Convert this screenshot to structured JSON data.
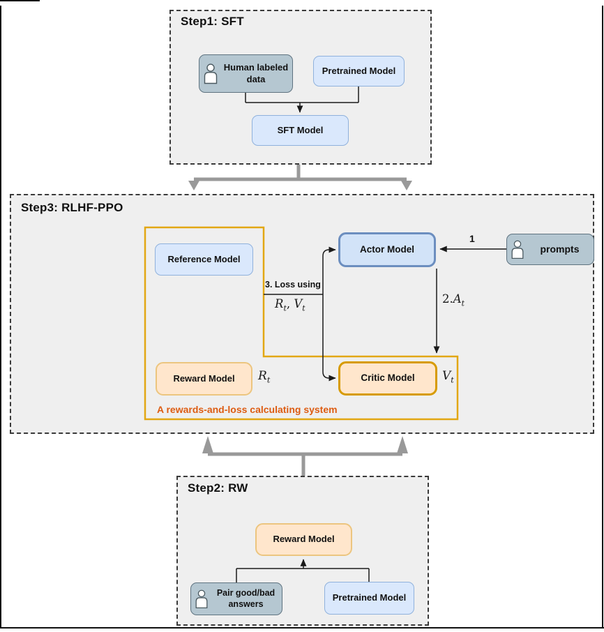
{
  "colors": {
    "panel_bg": "#efefef",
    "blue_fill": "#dae8fc",
    "blue_border": "#8fb1dc",
    "blue_strong_border": "#6c8ebf",
    "gray_fill": "#b5c7d1",
    "gray_border": "#5f7380",
    "peach_fill": "#ffe6cc",
    "peach_border": "#ecc57f",
    "peach_strong_border": "#d79b00",
    "orange_outline": "#e2a713",
    "orange_text": "#dd5c12",
    "thick_arrow": "#999999",
    "line": "#1a1a1a"
  },
  "step1": {
    "title": "Step1: SFT",
    "nodes": {
      "human_labeled_data": "Human labeled data",
      "pretrained_model": "Pretrained Model",
      "sft_model": "SFT Model"
    }
  },
  "step3": {
    "title": "Step3: RLHF-PPO",
    "nodes": {
      "reference_model": "Reference Model",
      "actor_model": "Actor Model",
      "reward_model": "Reward Model",
      "critic_model": "Critic Model",
      "prompts": "prompts"
    },
    "labels": {
      "arrow1": "1",
      "loss_using": "3. Loss using",
      "rv": {
        "b1": "R",
        "s1": "t",
        "sep": ", ",
        "b2": "V",
        "s2": "t"
      },
      "advantage": {
        "prefix": "2.",
        "base": "A",
        "sub": "t"
      },
      "rt": {
        "base": "R",
        "sub": "t"
      },
      "vt": {
        "base": "V",
        "sub": "t"
      },
      "caption": "A rewards-and-loss calculating system"
    }
  },
  "step2": {
    "title": "Step2: RW",
    "nodes": {
      "reward_model": "Reward Model",
      "pair_answers": "Pair good/bad answers",
      "pretrained_model": "Pretrained Model"
    }
  }
}
